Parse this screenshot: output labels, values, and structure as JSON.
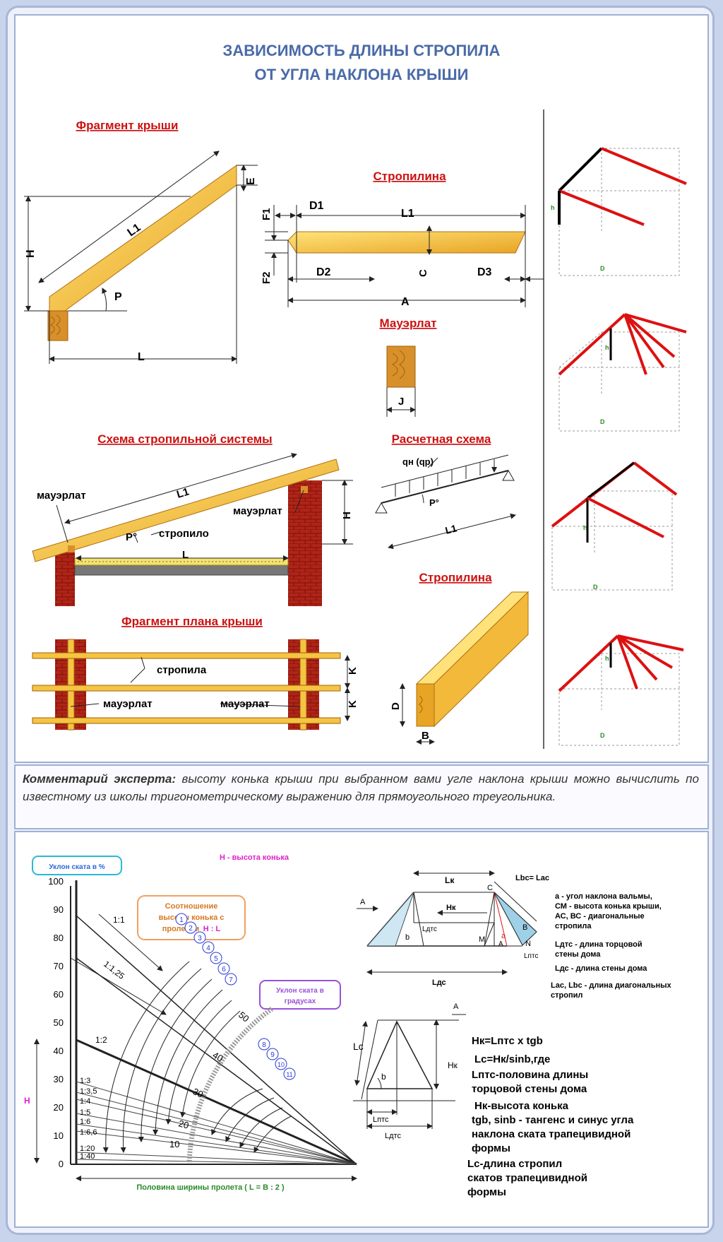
{
  "title": {
    "line1": "ЗАВИСИМОСТЬ ДЛИНЫ СТРОПИЛА",
    "line2": "ОТ УГЛА НАКЛОНА КРЫШИ"
  },
  "sections": {
    "roof_fragment": "Фрагмент крыши",
    "rafter": "Стропилина",
    "mauerlat": "Мауэрлат",
    "rafter_system": "Схема стропильной системы",
    "calc_scheme": "Расчетная схема",
    "rafter_beam": "Стропилина",
    "roof_plan": "Фрагмент плана крыши"
  },
  "labels": {
    "L1": "L1",
    "L": "L",
    "H": "H",
    "E": "E",
    "P": "P",
    "D1": "D1",
    "D2": "D2",
    "D3": "D3",
    "F1": "F1",
    "F2": "F2",
    "A": "A",
    "C": "C",
    "J": "J",
    "D": "D",
    "B": "B",
    "K": "K",
    "P_deg": "P°",
    "q": "qн (qр)",
    "mauerlat": "мауэрлат",
    "rafter_word": "стропило",
    "rafters_word": "стропила",
    "h": "h"
  },
  "comment": {
    "lead": "Комментарий эксперта:",
    "text": " высоту конька крыши при выбранном вами угле наклона крыши можно вычислить по известному из школы тригонометрическому выражению для прямоугольного треугольника."
  },
  "slope_chart": {
    "legend_percent": "Уклон ската в %",
    "ridge_height": "Н - высота конька",
    "ratio_box": {
      "line1": "Соотношение",
      "line2": "высоты конька с",
      "line3": "пролетом ",
      "ratio": "Н : L"
    },
    "degrees_box": {
      "line1": "Уклон ската в",
      "line2": "градусах"
    },
    "y_axis_ticks": [
      "100",
      "90",
      "80",
      "70",
      "60",
      "50",
      "40",
      "30",
      "20",
      "10",
      "0"
    ],
    "ratios": [
      "1:1",
      "1:1,25",
      "1:2",
      "1:3",
      "1:3,5",
      "1:4",
      "1:5",
      "1:6",
      "1:6,6",
      "1:20",
      "1:40"
    ],
    "numbers": [
      "1",
      "2",
      "3",
      "4",
      "5",
      "6",
      "7",
      "8",
      "9",
      "10",
      "11"
    ],
    "degree_ticks": [
      "50",
      "40",
      "30",
      "20",
      "10"
    ],
    "h_label": "Н",
    "x_caption": "Половина ширины пролета ( L = В : 2 )"
  },
  "hip_roof": {
    "Lk": "Lк",
    "Lbc": "Lbc= Lac",
    "A": "A",
    "C": "C",
    "B": "B",
    "M": "M",
    "N": "N",
    "a": "a",
    "b": "b",
    "Hk": "Нк",
    "Ldtc": "Lдтс",
    "Lptc": "Lптс",
    "Ldc": "Lдс",
    "notes": [
      "a - угол наклона вальмы,",
      "СМ - высота конька крыши,",
      "АС, ВС - диагональные",
      "стропила",
      "Lдтс - длина торцовой",
      "стены дома",
      "Lдс - длина стены дома",
      "Lac, Lbc - длина диагональных",
      "стропил"
    ]
  },
  "triangle": {
    "Lc": "Lc",
    "Hk": "Нк",
    "A": "A",
    "b": "b",
    "Lptc": "Lптс",
    "Ldtc": "Lдтс",
    "formulas": [
      "Нк=Lптс x tgb",
      "Lc=Нк/sinb,где",
      "Lптс-половина длины",
      "торцовой стены дома",
      "Нк-высота конька",
      "tgb, sinb - тангенс  и синус угла",
      "наклона ската трапецивидной",
      "формы",
      "Lc-длина стропил",
      "скатов трапецивидной",
      "формы"
    ]
  },
  "colors": {
    "wood": "#f5c542",
    "wood_dark": "#e0a020",
    "brick": "#b02418",
    "red_title": "#cc1111",
    "roof_red": "#dd1111",
    "accent_blue": "#4a6aa8"
  }
}
